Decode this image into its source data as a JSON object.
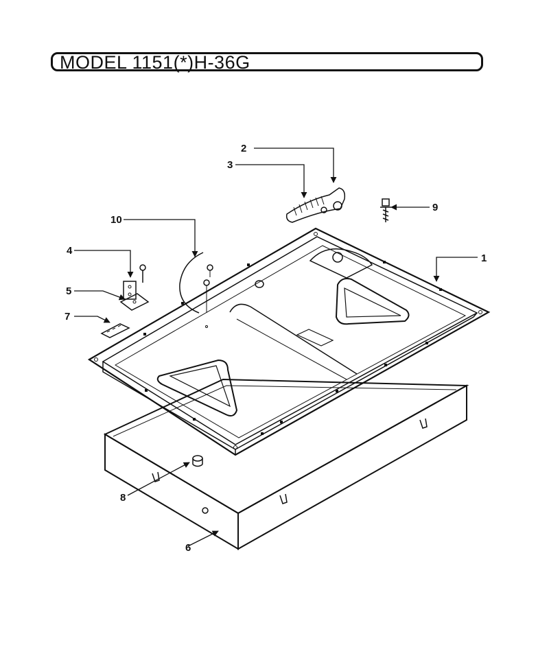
{
  "title": "MODEL 1151(*)H-36G",
  "callouts": [
    "1",
    "2",
    "3",
    "4",
    "5",
    "6",
    "7",
    "8",
    "9",
    "10"
  ]
}
